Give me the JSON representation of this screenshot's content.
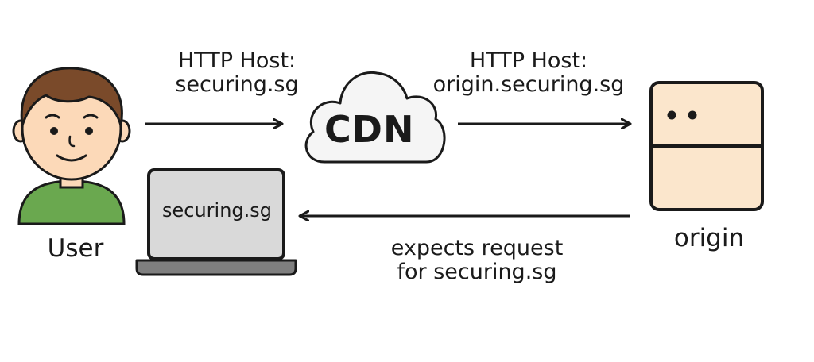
{
  "nodes": {
    "user": {
      "label": "User"
    },
    "cdn": {
      "label": "CDN"
    },
    "origin": {
      "label": "origin"
    },
    "laptop": {
      "screen_text": "securing.sg"
    }
  },
  "edges": {
    "user_to_cdn": {
      "line1": "HTTP Host:",
      "line2": "securing.sg"
    },
    "cdn_to_origin": {
      "line1": "HTTP Host:",
      "line2": "origin.securing.sg"
    },
    "origin_to_user": {
      "line1": "expects request",
      "line2": "for securing.sg"
    }
  },
  "colors": {
    "skin": "#fcd9b8",
    "hair": "#7a4a2a",
    "shirt": "#6aa84f",
    "server": "#fbe6cc",
    "laptop_screen": "#d9d9d9",
    "laptop_base": "#7f7f7f",
    "stroke": "#1a1a1a"
  }
}
